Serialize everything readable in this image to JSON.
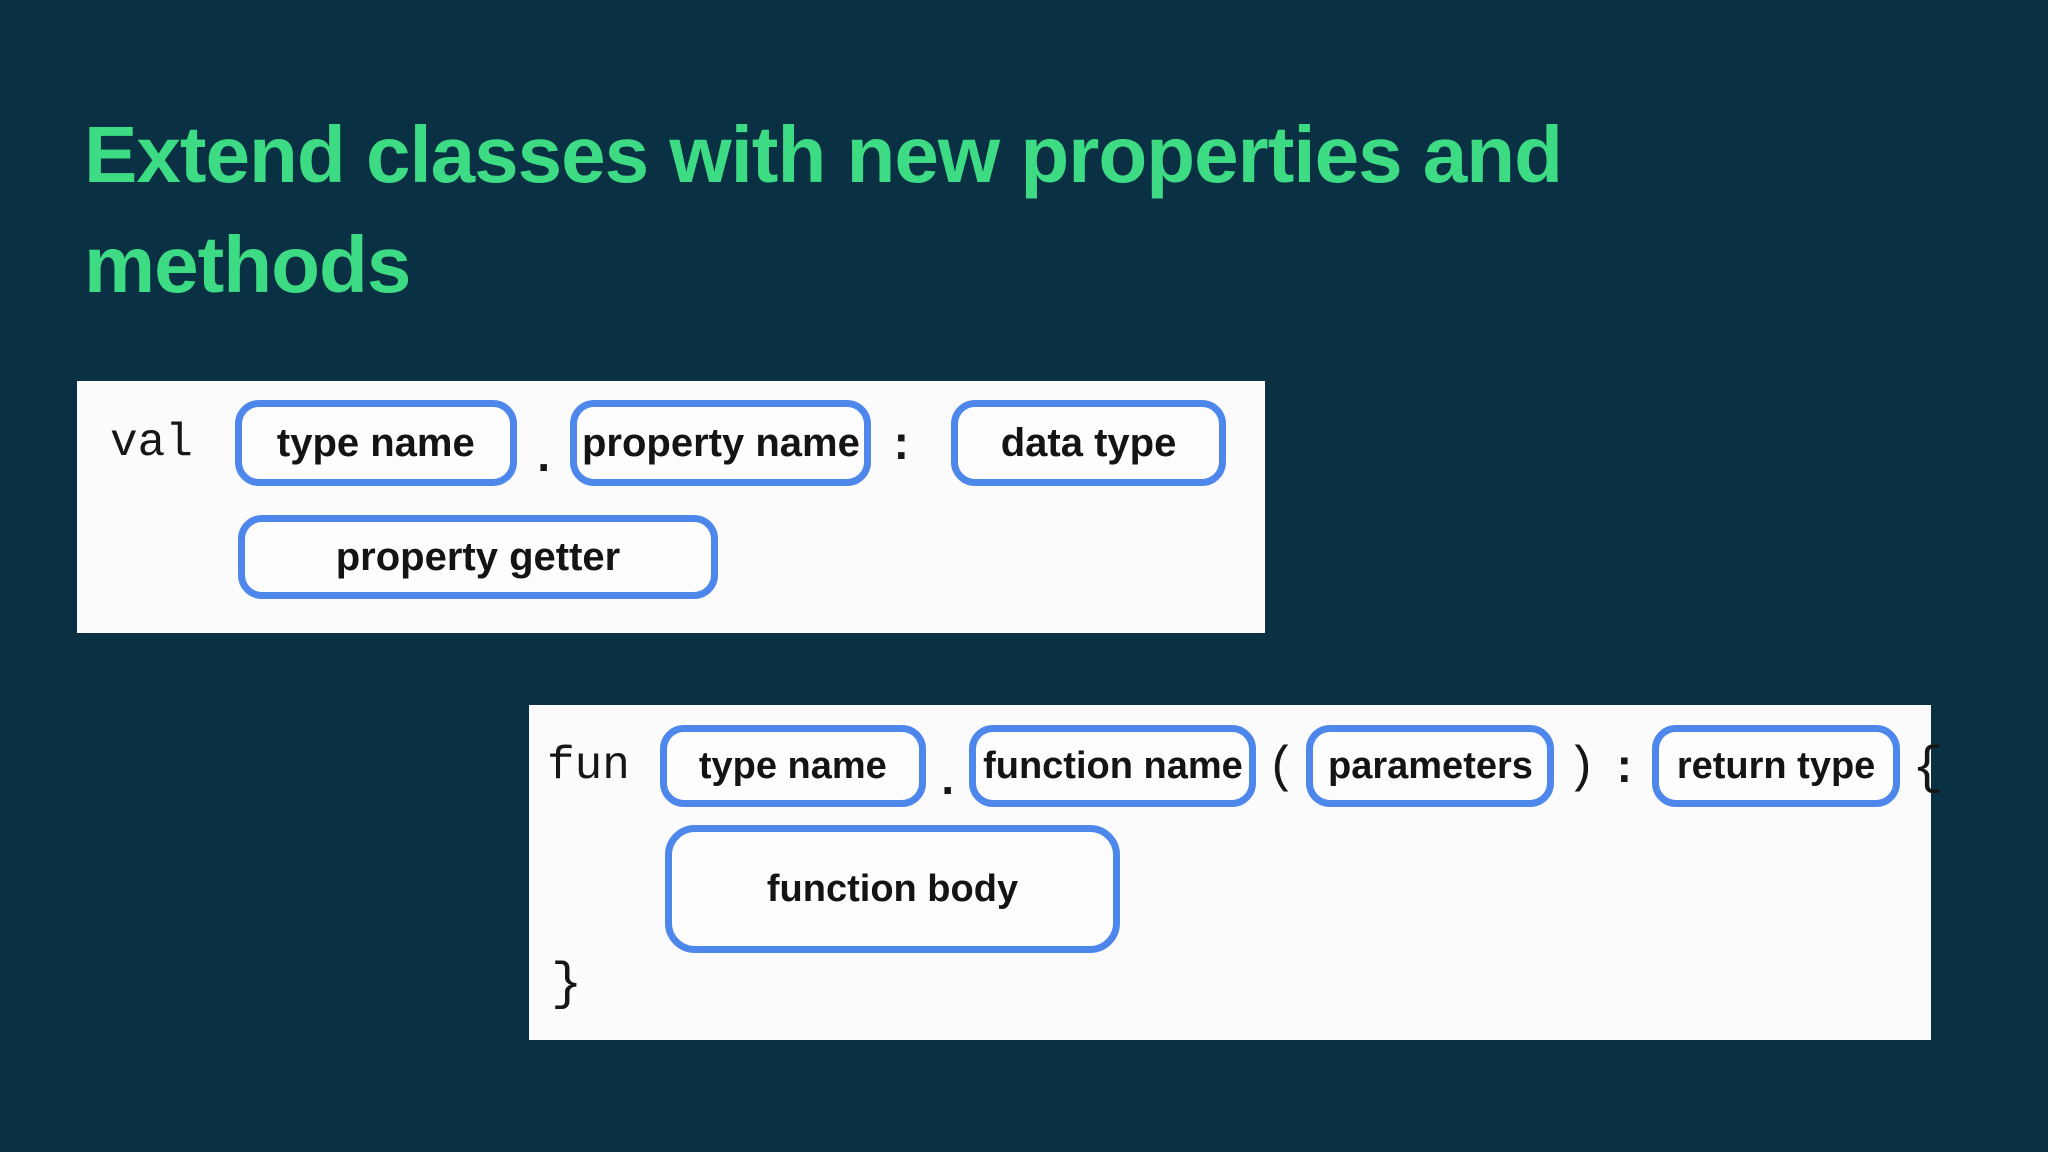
{
  "slide": {
    "title_full": "Extend classes with new properties and methods",
    "title_lines": [
      "Extend classes with new properties and",
      "methods"
    ]
  },
  "colors": {
    "background": "#0a3143",
    "title_green": "#3ddc84",
    "box_border_blue": "#4e87ec",
    "panel_background": "#fbfbfb",
    "text_dark": "#141414"
  },
  "property_syntax": {
    "keyword": "val",
    "type_name": "type name",
    "dot": ".",
    "property_name": "property name",
    "colon": ":",
    "data_type": "data type",
    "property_getter": "property getter"
  },
  "function_syntax": {
    "keyword": "fun",
    "type_name": "type name",
    "dot": ".",
    "function_name": "function name",
    "open_paren": "(",
    "parameters": "parameters",
    "close_paren": ")",
    "colon": ":",
    "return_type": "return type",
    "open_brace": "{",
    "function_body": "function body",
    "close_brace": "}"
  }
}
